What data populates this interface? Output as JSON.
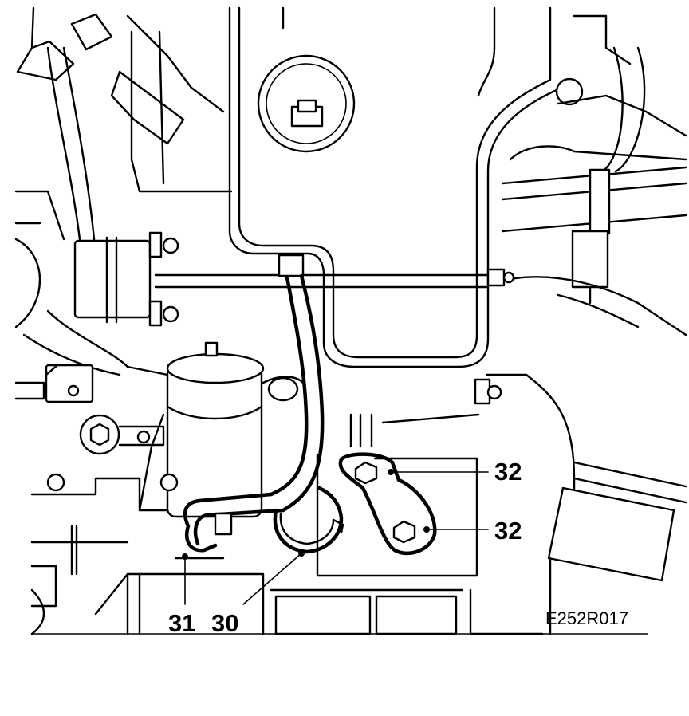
{
  "figure": {
    "reference_code": "E252R017",
    "callouts": [
      {
        "id": "31",
        "label": "31"
      },
      {
        "id": "30",
        "label": "30"
      },
      {
        "id": "32a",
        "label": "32"
      },
      {
        "id": "32b",
        "label": "32"
      }
    ]
  }
}
